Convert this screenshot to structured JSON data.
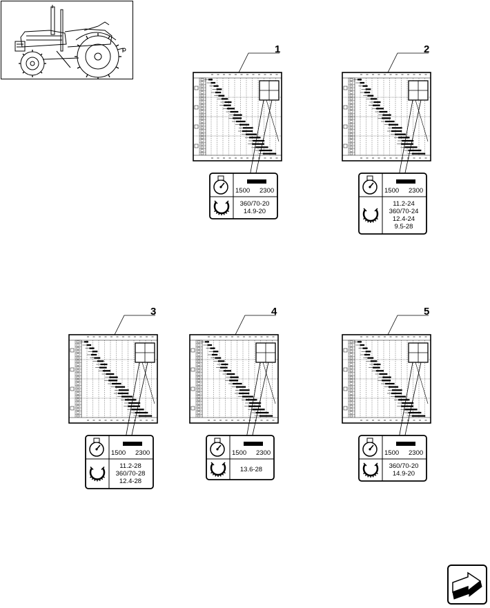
{
  "decals": [
    {
      "ref": "1",
      "rpm_low": "1500",
      "rpm_high": "2300",
      "tires": [
        "360/70-20",
        "14.9-20"
      ]
    },
    {
      "ref": "2",
      "rpm_low": "1500",
      "rpm_high": "2300",
      "tires": [
        "11.2-24",
        "360/70-24",
        "12.4-24",
        "9.5-28"
      ]
    },
    {
      "ref": "3",
      "rpm_low": "1500",
      "rpm_high": "2300",
      "tires": [
        "11.2-28",
        "360/70-28",
        "12.4-28"
      ]
    },
    {
      "ref": "4",
      "rpm_low": "1500",
      "rpm_high": "2300",
      "tires": [
        "13.6-28"
      ]
    },
    {
      "ref": "5",
      "rpm_low": "1500",
      "rpm_high": "2300",
      "tires": [
        "360/70-20",
        "14.9-20"
      ]
    }
  ],
  "icons": {
    "tractor": "tractor-illustration",
    "engine_speed": "engine-speed-gauge-icon",
    "tire": "tire-icon",
    "next_page": "next-page-arrow-icon"
  }
}
